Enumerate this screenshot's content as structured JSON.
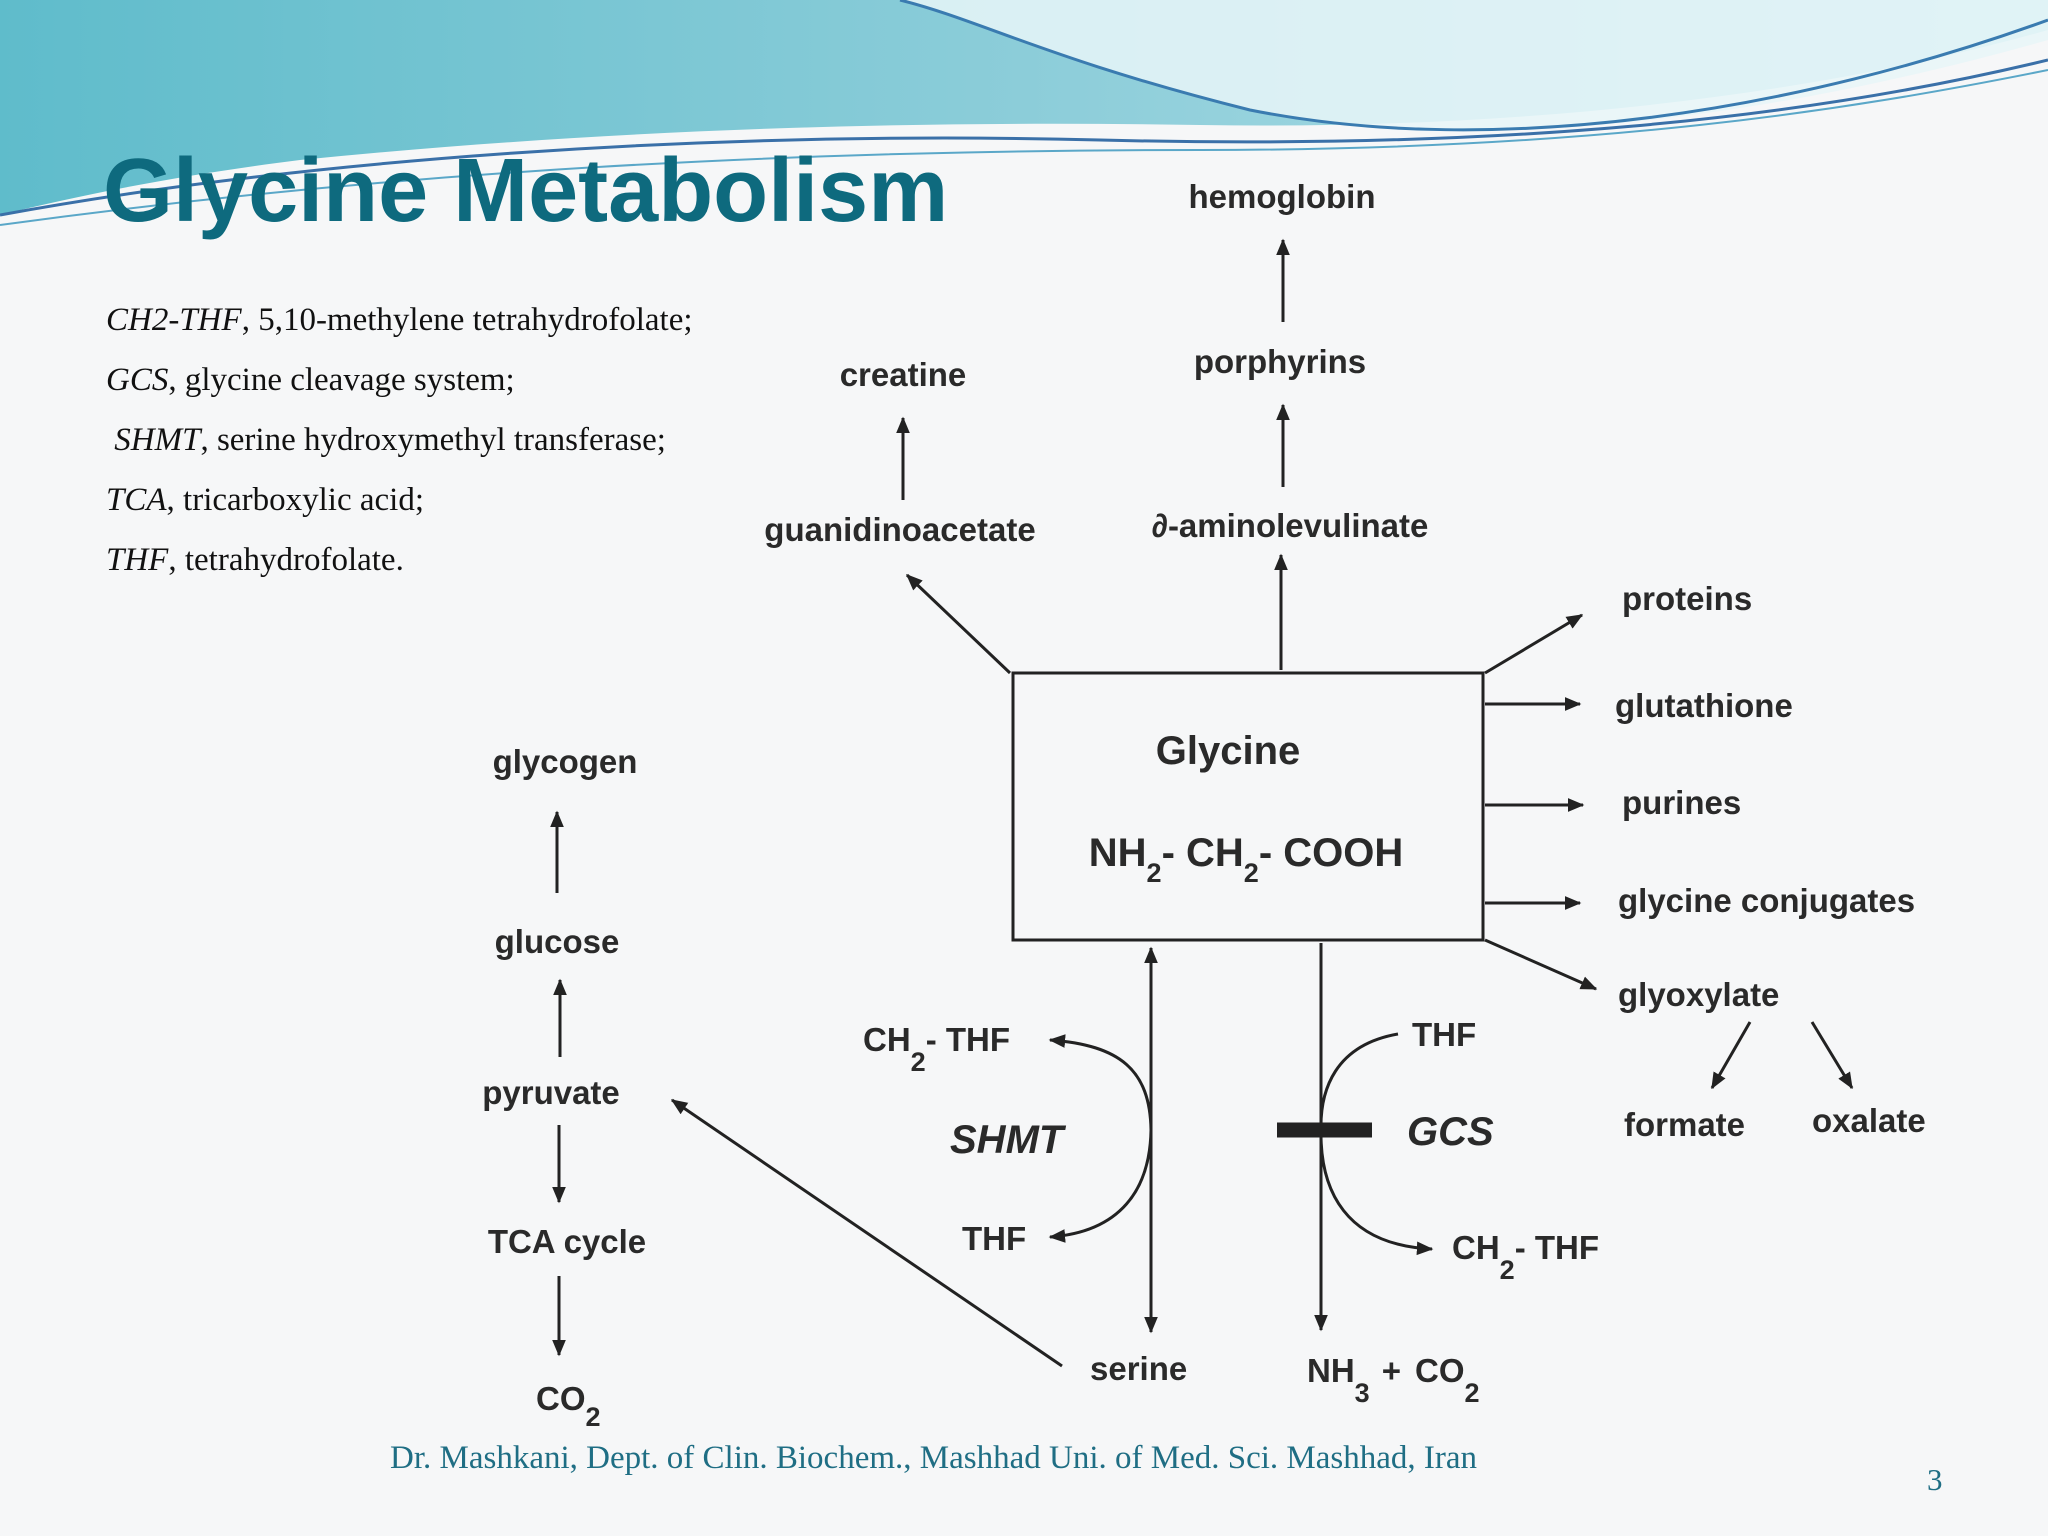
{
  "slide": {
    "title": "Glycine Metabolism",
    "footer": "Dr. Mashkani, Dept. of Clin. Biochem., Mashhad Uni. of Med. Sci. Mashhad, Iran",
    "page_number": "3"
  },
  "legend": [
    {
      "abbr": "CH2-THF",
      "text": ", 5,10-methylene tetrahydrofolate;"
    },
    {
      "abbr": "GCS",
      "text": ", glycine cleavage system;"
    },
    {
      "abbr": "SHMT",
      "text": ", serine hydroxymethyl transferase;"
    },
    {
      "abbr": "TCA",
      "text": ", tricarboxylic acid;"
    },
    {
      "abbr": "THF",
      "text": ", tetrahydrofolate."
    }
  ],
  "diagram": {
    "center": {
      "name": "Glycine",
      "formula": [
        "NH",
        "2",
        "- CH",
        "2",
        "- COOH"
      ]
    },
    "nodes": {
      "hemoglobin": "hemoglobin",
      "porphyrins": "porphyrins",
      "aminolevulinate": "∂-aminolevulinate",
      "creatine": "creatine",
      "guanidinoacetate": "guanidinoacetate",
      "proteins": "proteins",
      "glutathione": "glutathione",
      "purines": "purines",
      "glycine_conjugates": "glycine conjugates",
      "glyoxylate": "glyoxylate",
      "formate": "formate",
      "oxalate": "oxalate",
      "glycogen": "glycogen",
      "glucose": "glucose",
      "pyruvate": "pyruvate",
      "tca_cycle": "TCA cycle",
      "serine": "serine"
    },
    "enzymes": {
      "shmt": "SHMT",
      "gcs": "GCS"
    },
    "cofactors": {
      "ch2": "CH",
      "ch2_sub": "2",
      "ch2_suffix": "- THF",
      "thf": "THF"
    },
    "co2": {
      "main": "CO",
      "sub": "2"
    },
    "nh3": {
      "main": "NH",
      "sub": "3",
      "plus": "+"
    }
  }
}
